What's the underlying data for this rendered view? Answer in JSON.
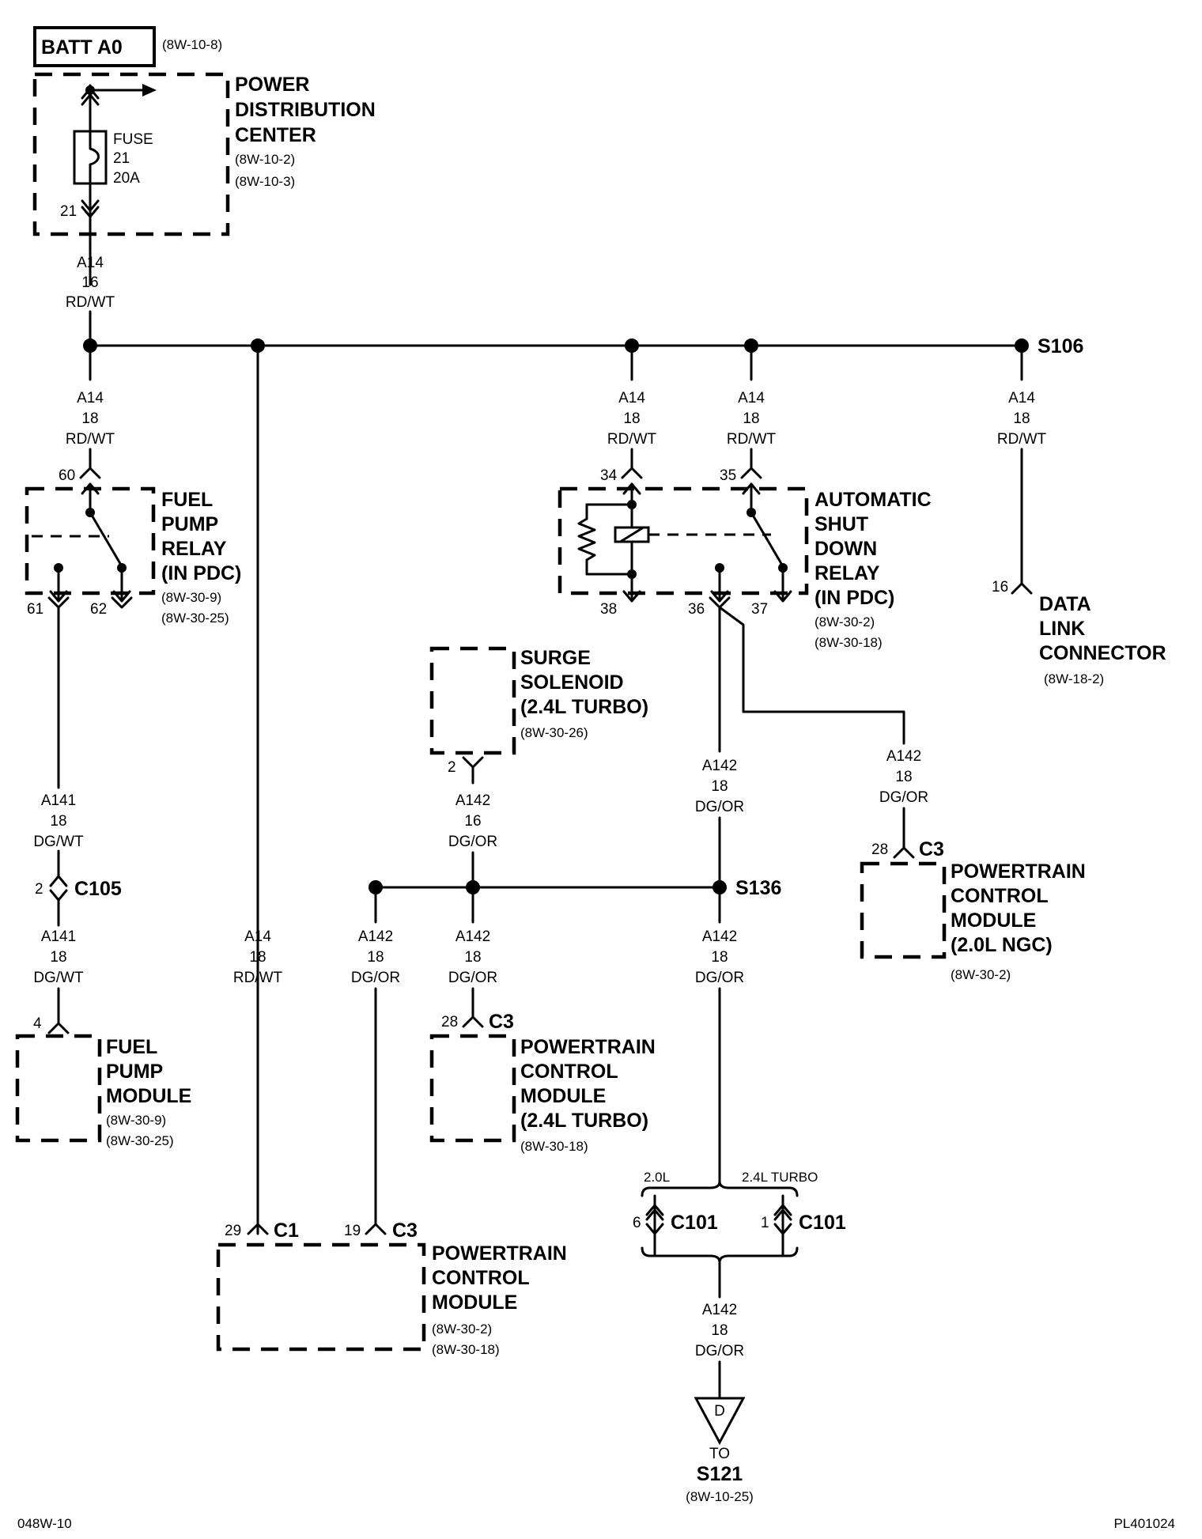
{
  "power_source": {
    "label": "BATT A0",
    "ref": "(8W-10-8)"
  },
  "pdc": {
    "title": [
      "POWER",
      "DISTRIBUTION",
      "CENTER"
    ],
    "refs": [
      "(8W-10-2)",
      "(8W-10-3)"
    ],
    "fuse": [
      "FUSE",
      "21",
      "20A"
    ],
    "pin": "21"
  },
  "wires": {
    "a14_16": [
      "A14",
      "16",
      "RD/WT"
    ],
    "a14_18": [
      "A14",
      "18",
      "RD/WT"
    ],
    "a141_18": [
      "A141",
      "18",
      "DG/WT"
    ],
    "a142_16": [
      "A142",
      "16",
      "DG/OR"
    ],
    "a142_18": [
      "A142",
      "18",
      "DG/OR"
    ]
  },
  "splices": {
    "s106": "S106",
    "s136": "S136"
  },
  "fuel_pump_relay": {
    "title": [
      "FUEL",
      "PUMP",
      "RELAY",
      "(IN PDC)"
    ],
    "refs": [
      "(8W-30-9)",
      "(8W-30-25)"
    ],
    "pins": {
      "p60": "60",
      "p61": "61",
      "p62": "62"
    }
  },
  "asd_relay": {
    "title": [
      "AUTOMATIC",
      "SHUT",
      "DOWN",
      "RELAY",
      "(IN PDC)"
    ],
    "refs": [
      "(8W-30-2)",
      "(8W-30-18)"
    ],
    "pins": {
      "p34": "34",
      "p35": "35",
      "p36": "36",
      "p37": "37",
      "p38": "38"
    }
  },
  "data_link": {
    "title": [
      "DATA",
      "LINK",
      "CONNECTOR"
    ],
    "ref": "(8W-18-2)",
    "pin": "16"
  },
  "surge_solenoid": {
    "title": [
      "SURGE",
      "SOLENOID",
      "(2.4L TURBO)"
    ],
    "ref": "(8W-30-26)",
    "pin": "2"
  },
  "c105": {
    "label": "C105",
    "pin": "2"
  },
  "fuel_pump_module": {
    "title": [
      "FUEL",
      "PUMP",
      "MODULE"
    ],
    "refs": [
      "(8W-30-9)",
      "(8W-30-25)"
    ],
    "pin": "4"
  },
  "pcm_ngc": {
    "title": [
      "POWERTRAIN",
      "CONTROL",
      "MODULE",
      "(2.0L NGC)"
    ],
    "ref": "(8W-30-2)",
    "connector": "C3",
    "pin": "28"
  },
  "pcm_turbo": {
    "title": [
      "POWERTRAIN",
      "CONTROL",
      "MODULE",
      "(2.4L TURBO)"
    ],
    "ref": "(8W-30-18)",
    "connector": "C3",
    "pin": "28"
  },
  "pcm_main": {
    "title": [
      "POWERTRAIN",
      "CONTROL",
      "MODULE"
    ],
    "refs": [
      "(8W-30-2)",
      "(8W-30-18)"
    ],
    "c1": {
      "connector": "C1",
      "pin": "29"
    },
    "c3": {
      "connector": "C3",
      "pin": "19"
    }
  },
  "c101": {
    "label": "C101",
    "left": {
      "variant": "2.0L",
      "pin": "6"
    },
    "right": {
      "variant": "2.4L TURBO",
      "pin": "1"
    }
  },
  "destination": {
    "letter": "D",
    "to": "TO",
    "splice": "S121",
    "ref": "(8W-10-25)"
  },
  "footer": {
    "left": "048W-10",
    "right": "PL401024"
  }
}
